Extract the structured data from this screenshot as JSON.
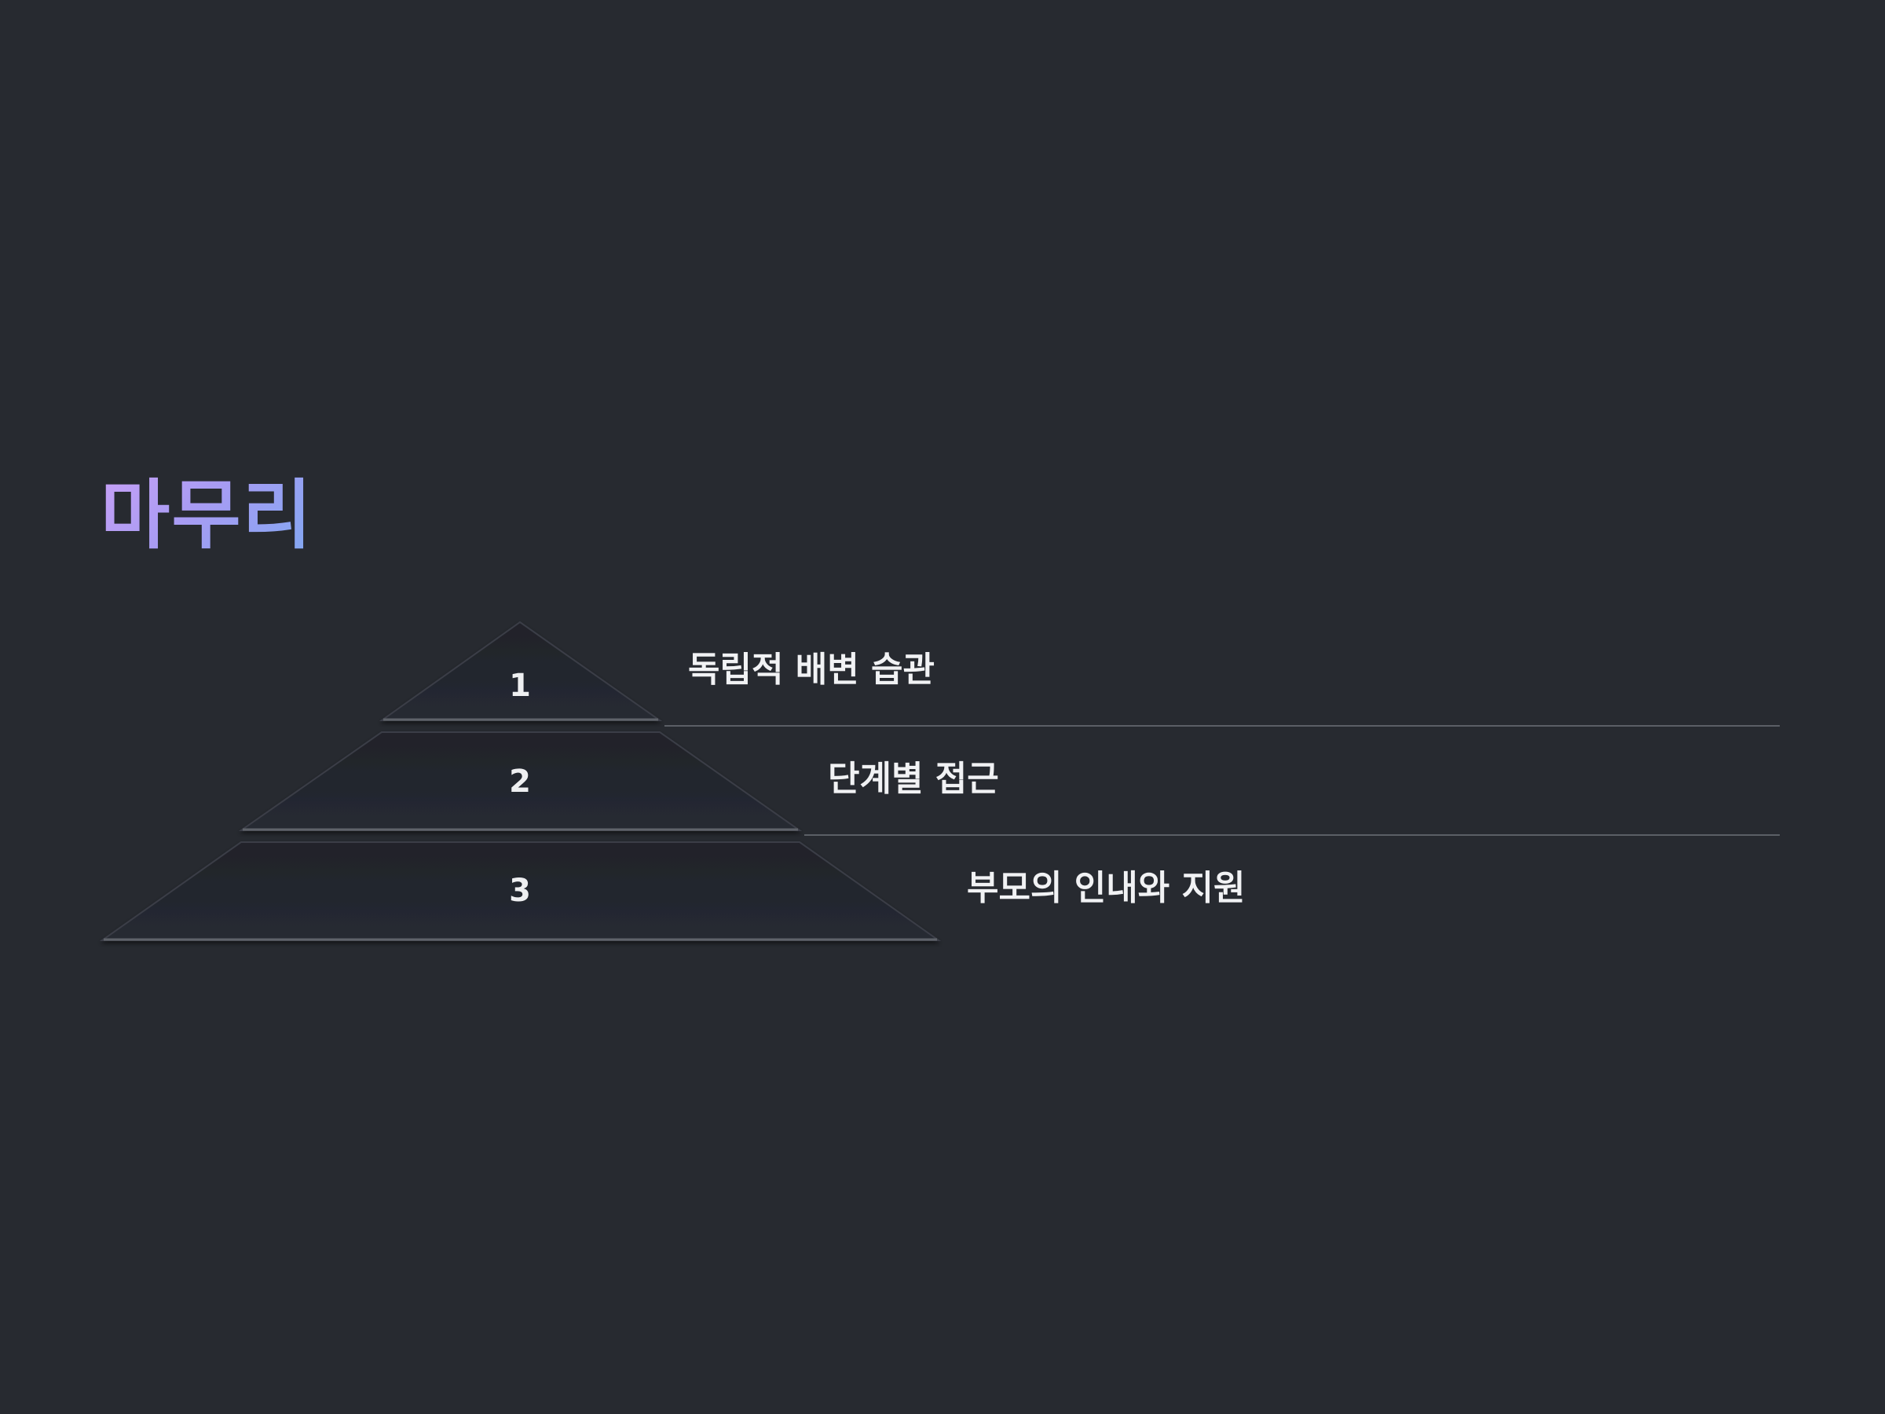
{
  "slide": {
    "title": "마무리",
    "title_gradient": [
      "#c8a0f6",
      "#7fa8f2"
    ],
    "background": "#272a30"
  },
  "pyramid": {
    "levels": [
      {
        "number": "1",
        "label": "독립적 배변 습관"
      },
      {
        "number": "2",
        "label": "단계별 접근"
      },
      {
        "number": "3",
        "label": "부모의 인내와 지원"
      }
    ],
    "fill_color": "#252830",
    "divider_color": "#5b5f66",
    "text_color": "#f1f2f4"
  }
}
